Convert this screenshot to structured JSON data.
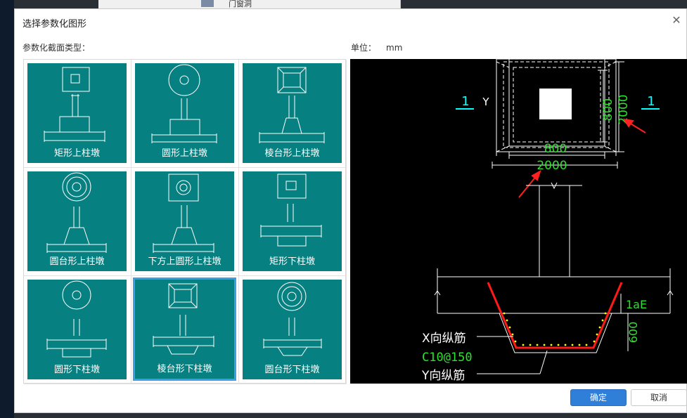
{
  "background": {
    "panel_label": "门窗洞"
  },
  "dialog": {
    "title": "选择参数化图形",
    "close": "✕",
    "type_label": "参数化截面类型：",
    "unit_label": "单位：",
    "unit_value": "mm"
  },
  "shapes": [
    {
      "label": "矩形上柱墩"
    },
    {
      "label": "圆形上柱墩"
    },
    {
      "label": "棱台形上柱墩"
    },
    {
      "label": "圆台形上柱墩"
    },
    {
      "label": "下方上圆形上柱墩"
    },
    {
      "label": "矩形下柱墩"
    },
    {
      "label": "圆形下柱墩"
    },
    {
      "label": "棱台形下柱墩",
      "selected": true
    },
    {
      "label": "圆台形下柱墩"
    }
  ],
  "preview": {
    "section_mark": "1",
    "axis_y": "Y",
    "dim_inner": "800",
    "dim_outer": "2000",
    "dim_side_inner": "800",
    "dim_side_outer": "2000",
    "lae": "1aE",
    "dim_depth": "600",
    "rebar_x": "X向纵筋",
    "rebar_spec": "C10@150",
    "rebar_y": "Y向纵筋"
  },
  "buttons": {
    "ok": "确定",
    "cancel": "取消"
  },
  "colors": {
    "card": "#068080",
    "accent": "#2f7ed8",
    "dim_green": "#2ee02e",
    "rebar_red": "#ff1a1a",
    "dot_yellow": "#ffff00",
    "mark_cyan": "#00ffff"
  }
}
